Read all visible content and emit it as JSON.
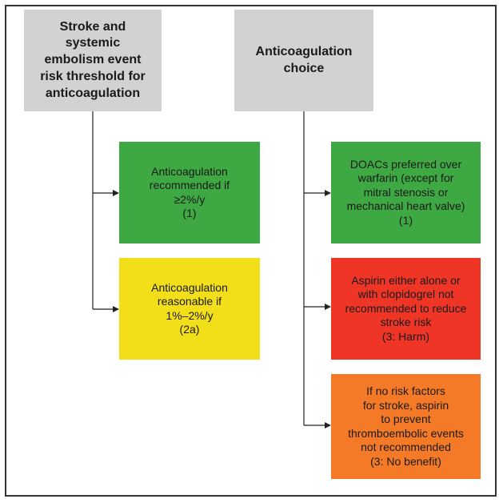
{
  "left_column": {
    "header": "Stroke and\nsystemic\nembolism event\nrisk threshold for\nanticoagulation",
    "boxes": [
      {
        "text": "Anticoagulation\nrecommended if\n≥2%/y\n(1)",
        "color": "#3ea843"
      },
      {
        "text": "Anticoagulation\nreasonable if\n1%–2%/y\n(2a)",
        "color": "#f2df1a"
      }
    ]
  },
  "right_column": {
    "header": "Anticoagulation\nchoice",
    "boxes": [
      {
        "text": "DOACs preferred over\nwarfarin (except for\nmitral stenosis or\nmechanical heart valve)\n(1)",
        "color": "#3ea843"
      },
      {
        "text": "Aspirin either alone or\nwith clopidogrel not\nrecommended to reduce\nstroke risk\n(3: Harm)",
        "color": "#ee3526"
      },
      {
        "text": "If no risk factors\nfor stroke, aspirin\nto prevent\nthromboembolic events\nnot recommended\n(3: No benefit)",
        "color": "#f47a27"
      }
    ]
  },
  "colors": {
    "header_bg": "#d1d2d4",
    "connector": "#222222",
    "border": "#333333"
  }
}
